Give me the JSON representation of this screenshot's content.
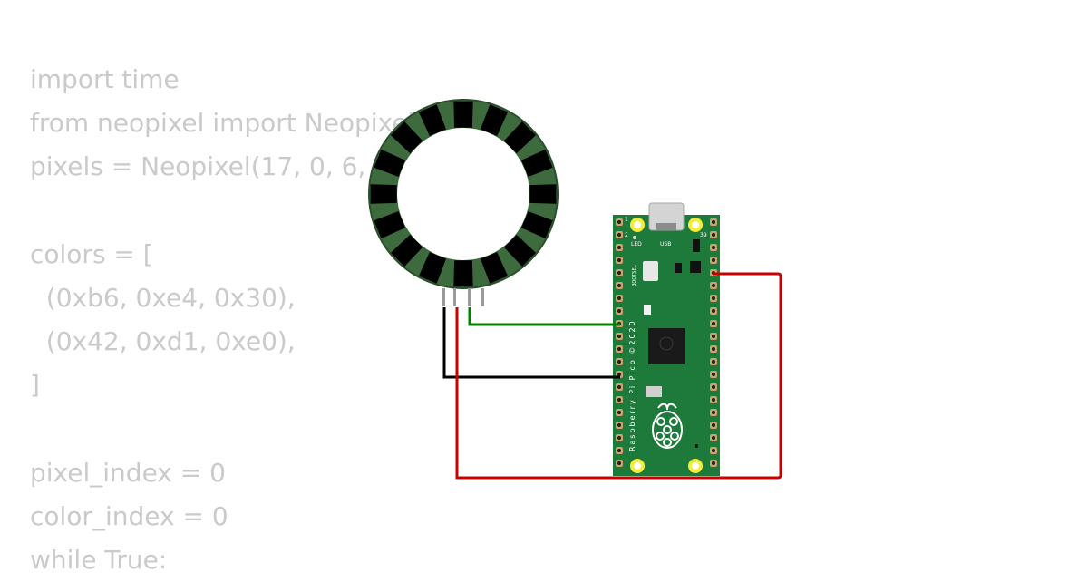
{
  "code_lines": [
    "import time",
    "from neopixel import Neopixel",
    "pixels = Neopixel(17, 0, 6, \"GRB\")",
    "",
    "colors = [",
    "  (0xb6, 0xe4, 0x30),",
    "  (0x42, 0xd1, 0xe0),",
    "]",
    "",
    "pixel_index = 0",
    "color_index = 0",
    "while True:"
  ],
  "ring": {
    "pixel_count": 16,
    "board_color": "#3d6b3d",
    "pixel_color": "#000000"
  },
  "pico": {
    "board_color": "#1d7a3b",
    "silkscreen": "Raspberry Pi Pico ©2020",
    "bootsel_label": "BOOTSEL",
    "led_label": "LED",
    "usb_label": "USB",
    "pin_labels": [
      "1",
      "2",
      "39"
    ]
  },
  "wires": [
    {
      "name": "data",
      "color": "#008000"
    },
    {
      "name": "ground",
      "color": "#000000"
    },
    {
      "name": "power",
      "color": "#cc0000"
    }
  ]
}
